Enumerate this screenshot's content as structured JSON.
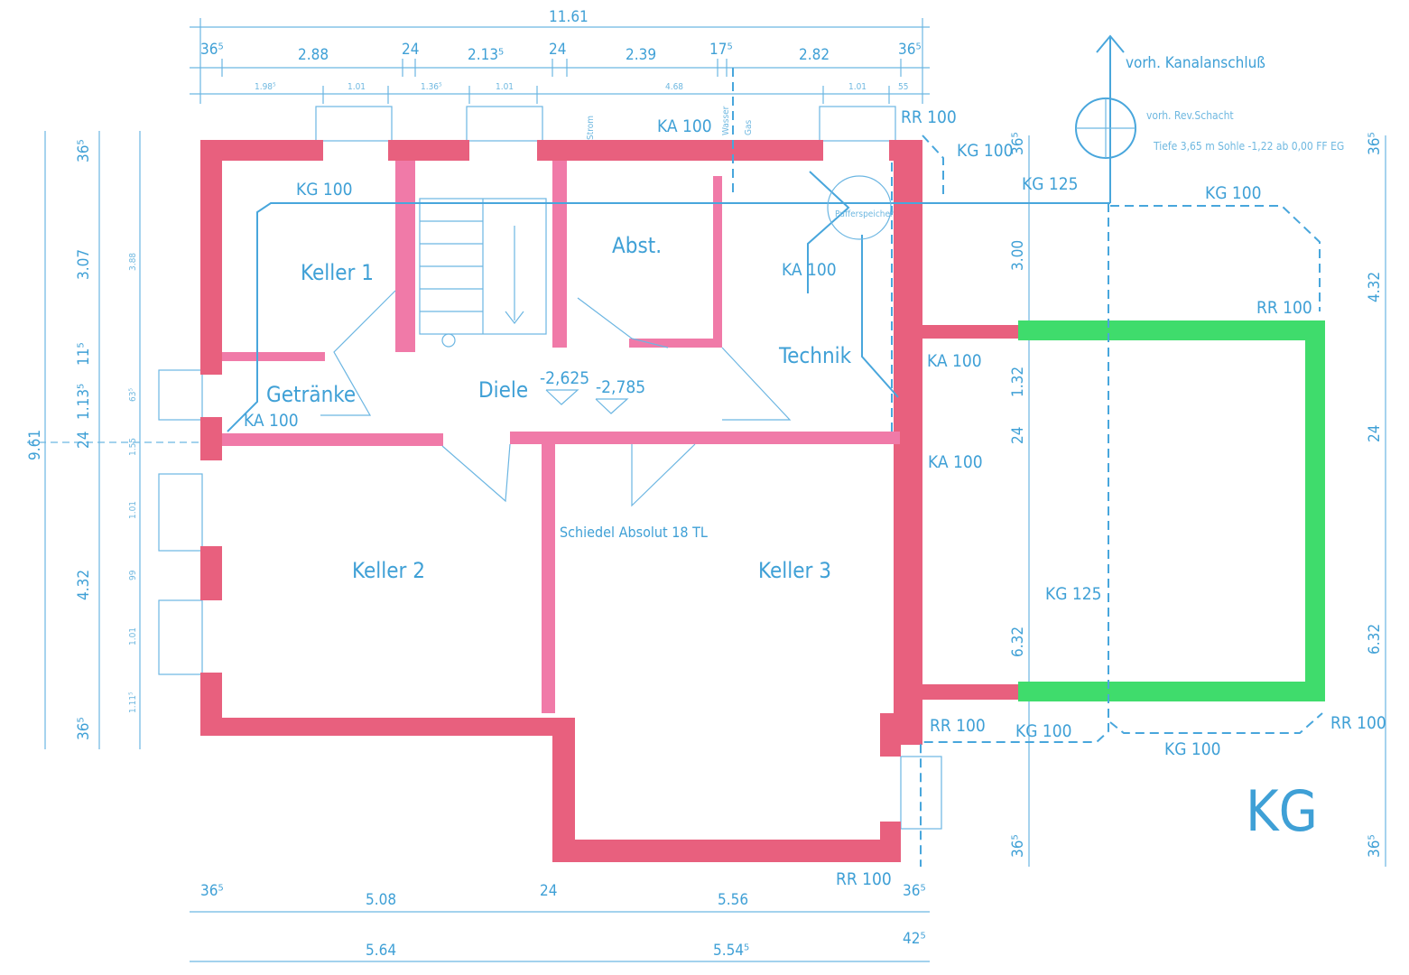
{
  "plan": {
    "floor_label": "KG",
    "colors": {
      "dimension_lines": "#48a6dc",
      "outer_walls": "#e8607e",
      "inner_walls": "#f07aa8",
      "garage_walls": "#3fdc6c"
    },
    "rooms": {
      "keller1": "Keller 1",
      "keller2": "Keller 2",
      "keller3": "Keller 3",
      "getraenke": "Getränke",
      "diele": "Diele",
      "abst": "Abst.",
      "technik": "Technik"
    },
    "levels": {
      "level1": "-2,625",
      "level2": "-2,785"
    },
    "notes": {
      "chimney": "Schiedel Absolut 18 TL",
      "kanal": "vorh. Kanalanschluß",
      "schacht": "vorh. Rev.Schacht",
      "tiefe": "Tiefe 3,65 m   Sohle -1,22 ab 0,00 FF EG",
      "puffer": "Pufferspeicher",
      "strom": "Strom",
      "wasser": "Wasser",
      "gas": "Gas"
    },
    "pipes": {
      "kg100_keller1": "KG 100",
      "ka100_top": "KA 100",
      "rr100_top": "RR 100",
      "kg100_top_right": "KG 100",
      "kg125_top": "KG 125",
      "kg100_right": "KG 100",
      "rr100_garage_top": "RR 100",
      "ka100_technik": "KA 100",
      "ka100_getraenke": "KA 100",
      "ka100_side1": "KA 100",
      "ka100_side2": "KA 100",
      "kg125_garage": "KG 125",
      "rr100_bottom_left": "RR 100",
      "kg100_bottom": "KG 100",
      "kg100_bottom_right": "KG 100",
      "rr100_garage_bottom": "RR 100",
      "rr100_lowest": "RR 100"
    },
    "dimensions": {
      "top_total": "11.61",
      "top_row": [
        "36⁵",
        "2.88",
        "24",
        "2.13⁵",
        "24",
        "2.39",
        "17⁵",
        "2.82",
        "36⁵"
      ],
      "top_openings": [
        "1.98⁵",
        "1.01",
        "1.36⁵",
        "1.01",
        "4.68",
        "1.01",
        "55"
      ],
      "left_total": "9.61",
      "left_row": [
        "36⁵",
        "3.07",
        "11⁵",
        "1.13⁵",
        "24",
        "4.32",
        "36⁵"
      ],
      "left_openings": [
        "3.88",
        "63⁵",
        "1.55",
        "1.01",
        "99",
        "1.01",
        "1.11⁵"
      ],
      "bottom_row": [
        "36⁵",
        "5.08",
        "24",
        "5.56",
        "36⁵"
      ],
      "bottom_total_row": [
        "5.64",
        "5.54⁵",
        "42⁵"
      ],
      "right_row": [
        "36⁵",
        "3.00",
        "1.32",
        "24",
        "6.32",
        "36⁵"
      ],
      "far_right_row": [
        "36⁵",
        "4.32",
        "24",
        "6.32",
        "36⁵"
      ]
    }
  }
}
